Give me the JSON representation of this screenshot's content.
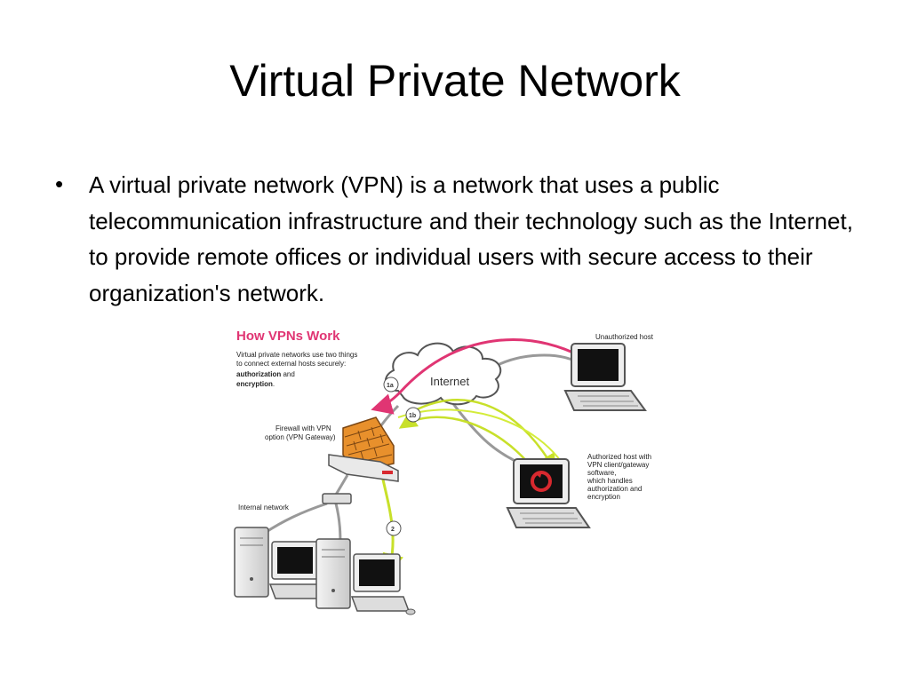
{
  "slide": {
    "title": "Virtual Private Network",
    "bullet": "A virtual private network (VPN) is a network that uses a public telecommunication infrastructure and their technology such as the Internet, to provide remote offices or individual users with secure access to their organization's network."
  },
  "diagram": {
    "heading": "How VPNs Work",
    "intro_line1": "Virtual private networks use two things",
    "intro_line2": "to connect external hosts securely:",
    "intro_bold1": "authorization",
    "intro_and": " and",
    "intro_bold2": "encryption",
    "intro_period": ".",
    "cloud_label": "Internet",
    "unauthorized_label": "Unauthorized host",
    "firewall_line1": "Firewall with VPN",
    "firewall_line2": "option (VPN Gateway)",
    "internal_label": "Internal network",
    "authorized_line1": "Authorized host with",
    "authorized_line2": "VPN client/gateway",
    "authorized_line3": "software,",
    "authorized_line4": "which handles",
    "authorized_line5": "authorization and",
    "authorized_line6": "encryption",
    "step_1a": "1a",
    "step_1b": "1b",
    "step_2": "2",
    "colors": {
      "heading": "#e03573",
      "unauthorized_arrow": "#e03573",
      "authorized_arrow": "#d4ec3a",
      "brick": "#e8902c",
      "screen": "#111111"
    }
  }
}
